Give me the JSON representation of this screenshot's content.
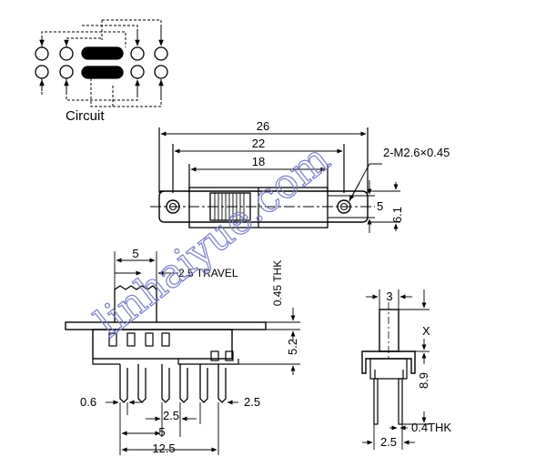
{
  "circuit": {
    "label": "Circuit"
  },
  "top_view": {
    "dims": {
      "overall": "26",
      "hole_pitch": "22",
      "slot": "18",
      "width": "6.1",
      "inner": "5"
    },
    "hole_note": "2-M2.6×0.45"
  },
  "front_view": {
    "dims": {
      "pitch_top": "5",
      "travel": "2.5 TRAVEL",
      "thickness": "0.45 THK",
      "height": "5.2",
      "pin_w": "0.6",
      "pin_pitch_a": "2.5",
      "pin_pitch_b": "5",
      "pin_pitch_c": "2.5",
      "span": "12.5"
    }
  },
  "side_view": {
    "dims": {
      "knob": "3",
      "knob_height": "X",
      "height": "8.9",
      "pin_thk": "0.4THK",
      "pin_pitch": "2.5"
    }
  },
  "watermark": "linhaiyue.com",
  "colors": {
    "line": "#000000",
    "watermark": "#7b7fc8"
  }
}
